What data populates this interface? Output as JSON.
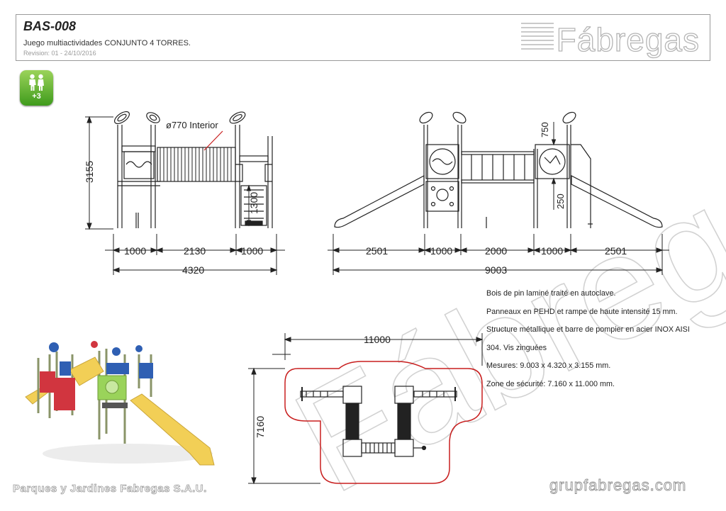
{
  "header": {
    "code": "BAS-008",
    "subtitle": "Juego multiactividades CONJUNTO 4 TORRES.",
    "revision": "Revision: 01 - 24/10/2016",
    "brand": "Fábregas"
  },
  "age_badge": {
    "label": "+3",
    "icon": "children-icon"
  },
  "watermark": "Fábregas",
  "front_view": {
    "height": "3155",
    "tube_label": "ø770  Interior",
    "stair_height": "1300",
    "segments": [
      "1000",
      "2130",
      "1000"
    ],
    "total": "4320"
  },
  "side_view": {
    "top_dim": "750",
    "lower_dim": "250",
    "segments": [
      "2501",
      "1000",
      "2000",
      "1000",
      "2501"
    ],
    "total": "9003"
  },
  "plan_view": {
    "width": "11000",
    "depth": "7160"
  },
  "specs": [
    "Bois de pin laminé traité en autoclave.",
    "Panneaux en PEHD et rampe de haute intensité 15 mm.",
    "Structure métallique et barre de pompier en acier INOX AISI",
    "304. Vis zinguées",
    "Mesures: 9.003 x 4.320 x 3.155 mm.",
    "Zone de sécurité: 7.160 x 11.000 mm."
  ],
  "footer": {
    "company": "Parques y Jardines Fabregas S.A.U.",
    "website": "grupfabregas.com"
  },
  "colors": {
    "safety_zone": "#c81e1e",
    "slide": "#f2cf56",
    "panel_blue": "#2f5fb3",
    "panel_red": "#d1353f",
    "panel_green": "#9ad35a",
    "badge_green": "#5bb32a"
  }
}
